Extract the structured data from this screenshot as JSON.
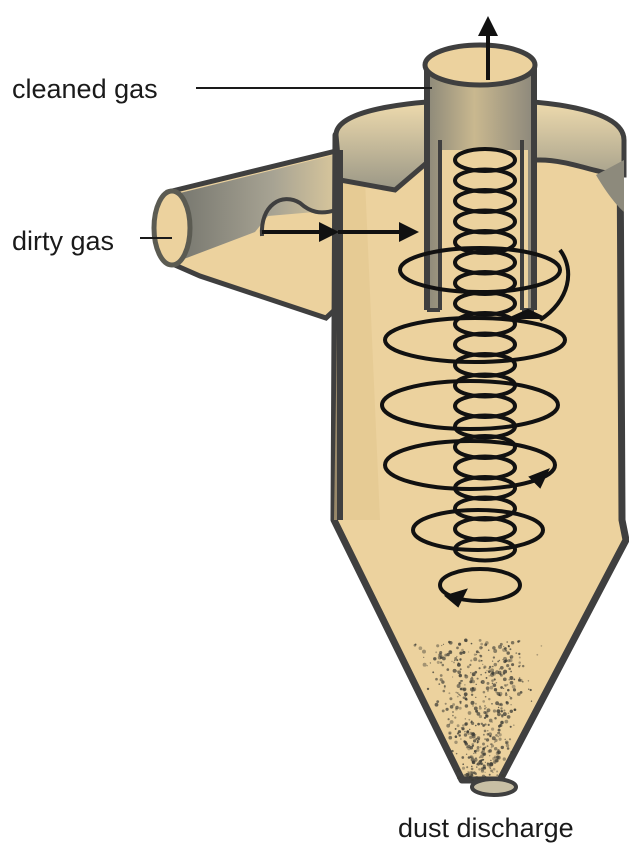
{
  "labels": {
    "cleaned_gas": "cleaned gas",
    "dirty_gas": "dirty gas",
    "dust_discharge": "dust discharge"
  },
  "colors": {
    "body_fill": "#ecd29e",
    "shadow": "#8a8a80",
    "outline": "#3f3f3f",
    "arrow": "#111111",
    "dust": "#3a3a34"
  }
}
